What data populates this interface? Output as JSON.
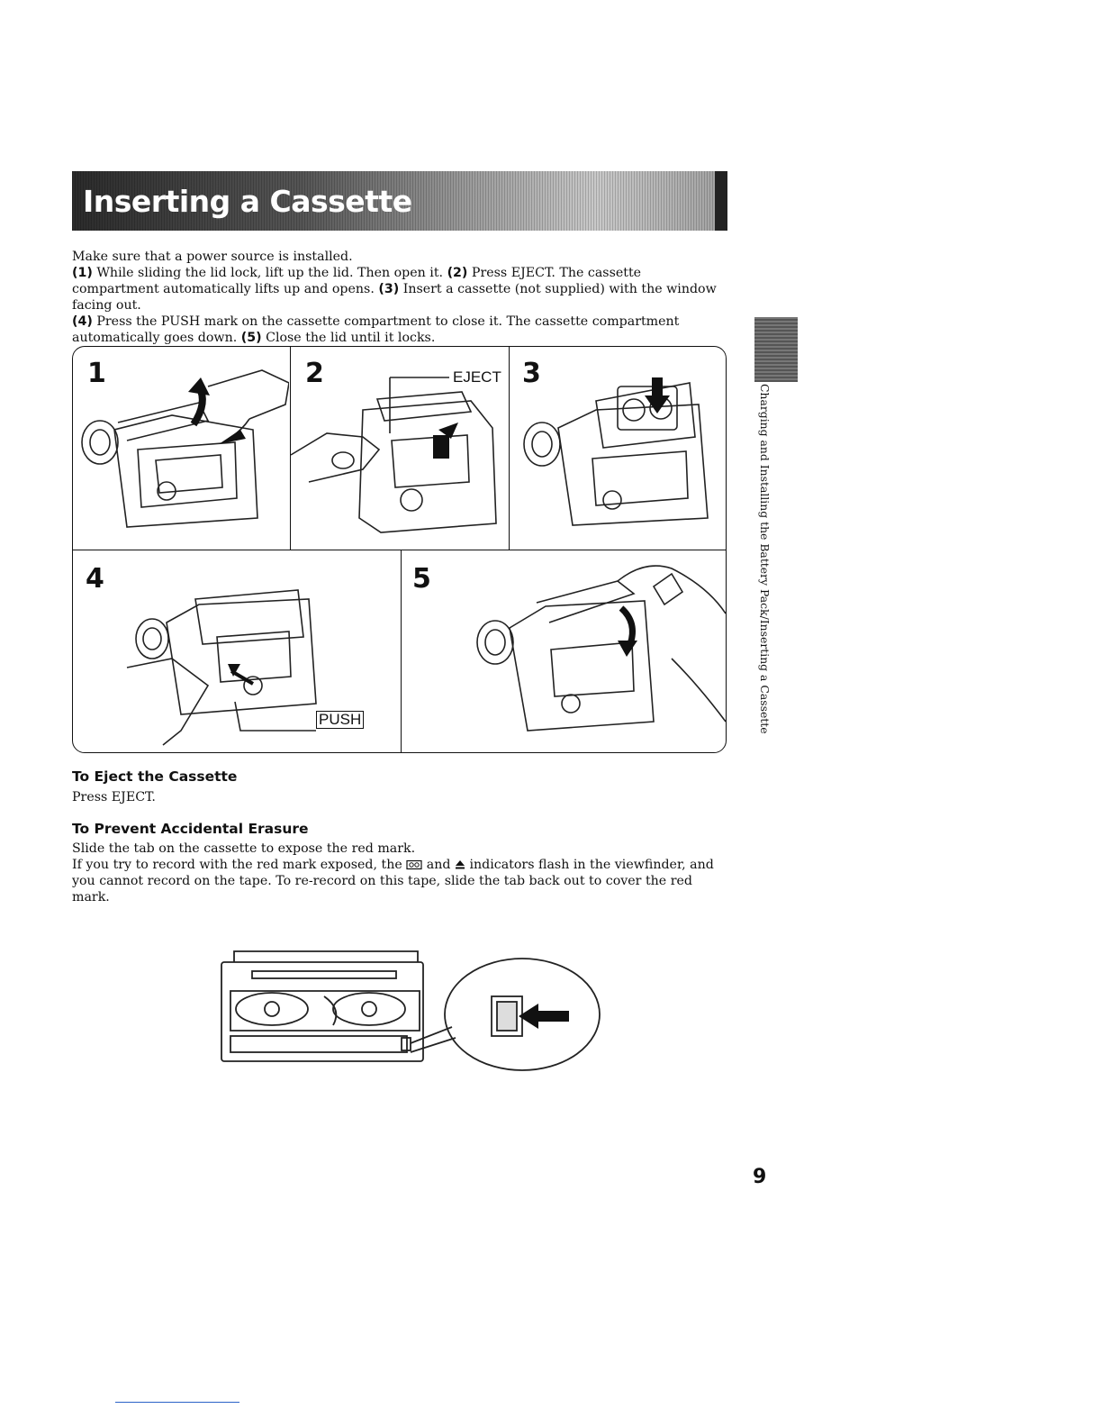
{
  "header": {
    "title": "Inserting a Cassette"
  },
  "intro": {
    "line1": "Make sure that a power source is installed.",
    "step1_marker": "(1)",
    "step1_text": " While sliding the lid lock, lift up the lid. Then open it. ",
    "step2_marker": "(2)",
    "step2_text": " Press EJECT. The cassette compartment automatically lifts up and opens. ",
    "step3_marker": "(3)",
    "step3_text": " Insert a cassette (not supplied) with the window facing out.",
    "step4_marker": "(4)",
    "step4_text": " Press the PUSH mark on the cassette compartment to close it. The cassette compartment automatically goes down. ",
    "step5_marker": "(5)",
    "step5_text": " Close the lid until it locks."
  },
  "figure": {
    "panel_numbers": [
      "1",
      "2",
      "3",
      "4",
      "5"
    ],
    "eject_label": "EJECT",
    "push_label": "PUSH"
  },
  "eject_section": {
    "heading": "To Eject the Cassette",
    "body": "Press EJECT."
  },
  "erasure_section": {
    "heading": "To Prevent Accidental Erasure",
    "line1": "Slide the tab on the cassette to expose the red mark.",
    "line2_start": "If you try to record with the red mark exposed, the ",
    "line2_middle": " and ",
    "line2_end": " indicators flash in the viewfinder, and you cannot record on the tape. To re-record on this tape, slide the tab back out to cover the red mark.",
    "cassette_icon": "cassette-icon",
    "eject_icon": "eject-icon"
  },
  "sidebar": {
    "text": "Charging and Installing the Battery Pack/Inserting a Cassette"
  },
  "page_number": "9"
}
